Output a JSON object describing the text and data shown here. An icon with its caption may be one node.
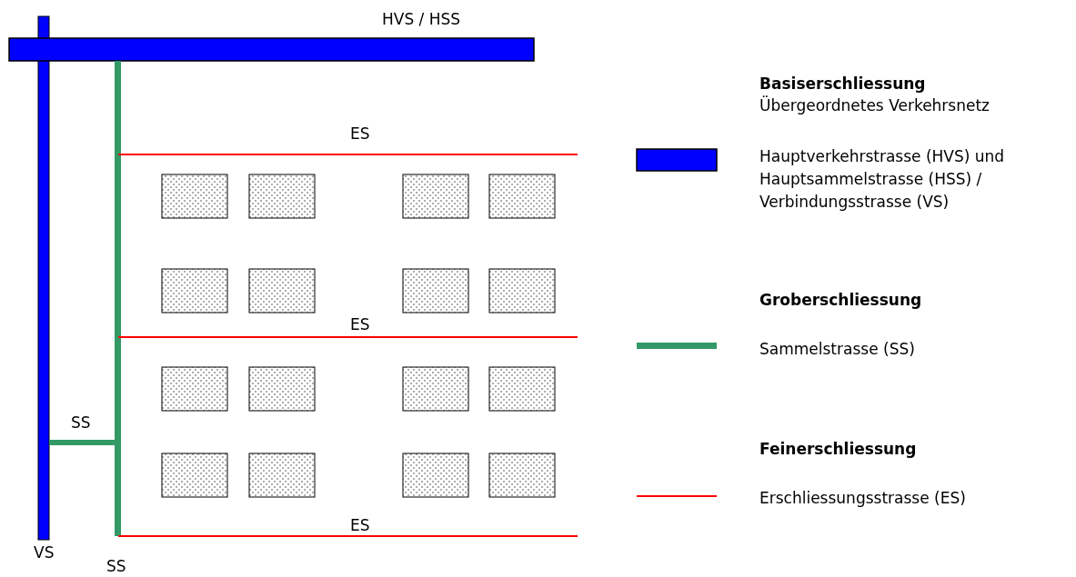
{
  "diagram": {
    "labels": [
      "HVS / HSS",
      "Basiserschliessung",
      "Übergeordnetes Verkehrsnetz",
      "ES",
      "Groberschliessung",
      "ES",
      "SS",
      "Feinerschliessung",
      "ES",
      "VS",
      "SS"
    ],
    "legend": [
      {
        "text": "Hauptverkehrstrasse (HVS) und Hauptsammelstrasse (HSS) / Verbindungsstrasse (VS)",
        "color": "#0000ff"
      },
      {
        "text": "Sammelstrasse (SS)"
      },
      {
        "text": "Erschliessungsstrasse (ES)"
      }
    ]
  }
}
